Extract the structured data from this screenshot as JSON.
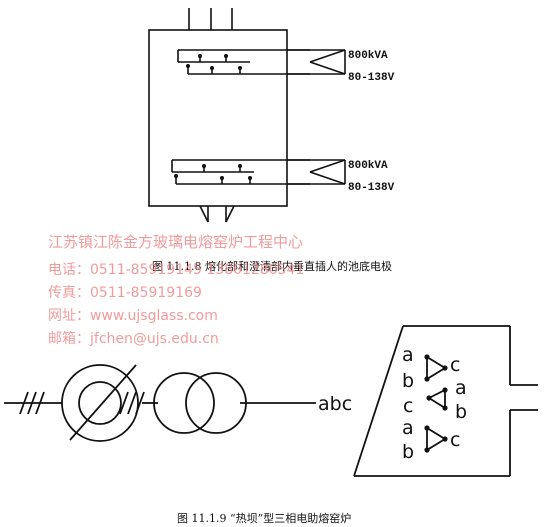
{
  "figure1": {
    "transformer_top": {
      "power": "800kVA",
      "voltage": "80-138V"
    },
    "transformer_bottom": {
      "power": "800kVA",
      "voltage": "80-138V"
    },
    "caption": "图 11.1.8   熔化部和澄清部内垂直插人的池底电极"
  },
  "figure2": {
    "phases_label": "abc",
    "terminal_groups": [
      {
        "left": [
          "a",
          "b"
        ],
        "right": [
          "c"
        ]
      },
      {
        "left": [
          "c"
        ],
        "right": [
          "a",
          "b"
        ]
      },
      {
        "left": [
          "a",
          "b"
        ],
        "right": [
          "c"
        ]
      }
    ],
    "caption": "图 11.1.9  “热坝”型三相电助熔窑炉"
  },
  "watermark": {
    "company": "江苏镇江陈金方玻璃电熔窑炉工程中心",
    "phone": "电话：0511-85919145  13801280541",
    "fax": "传真：0511-85919169",
    "website": "网址：www.ujsglass.com",
    "email": "邮箱：jfchen@ujs.edu.cn"
  },
  "colors": {
    "ink": "#111111",
    "watermark": "#f08a8a"
  }
}
